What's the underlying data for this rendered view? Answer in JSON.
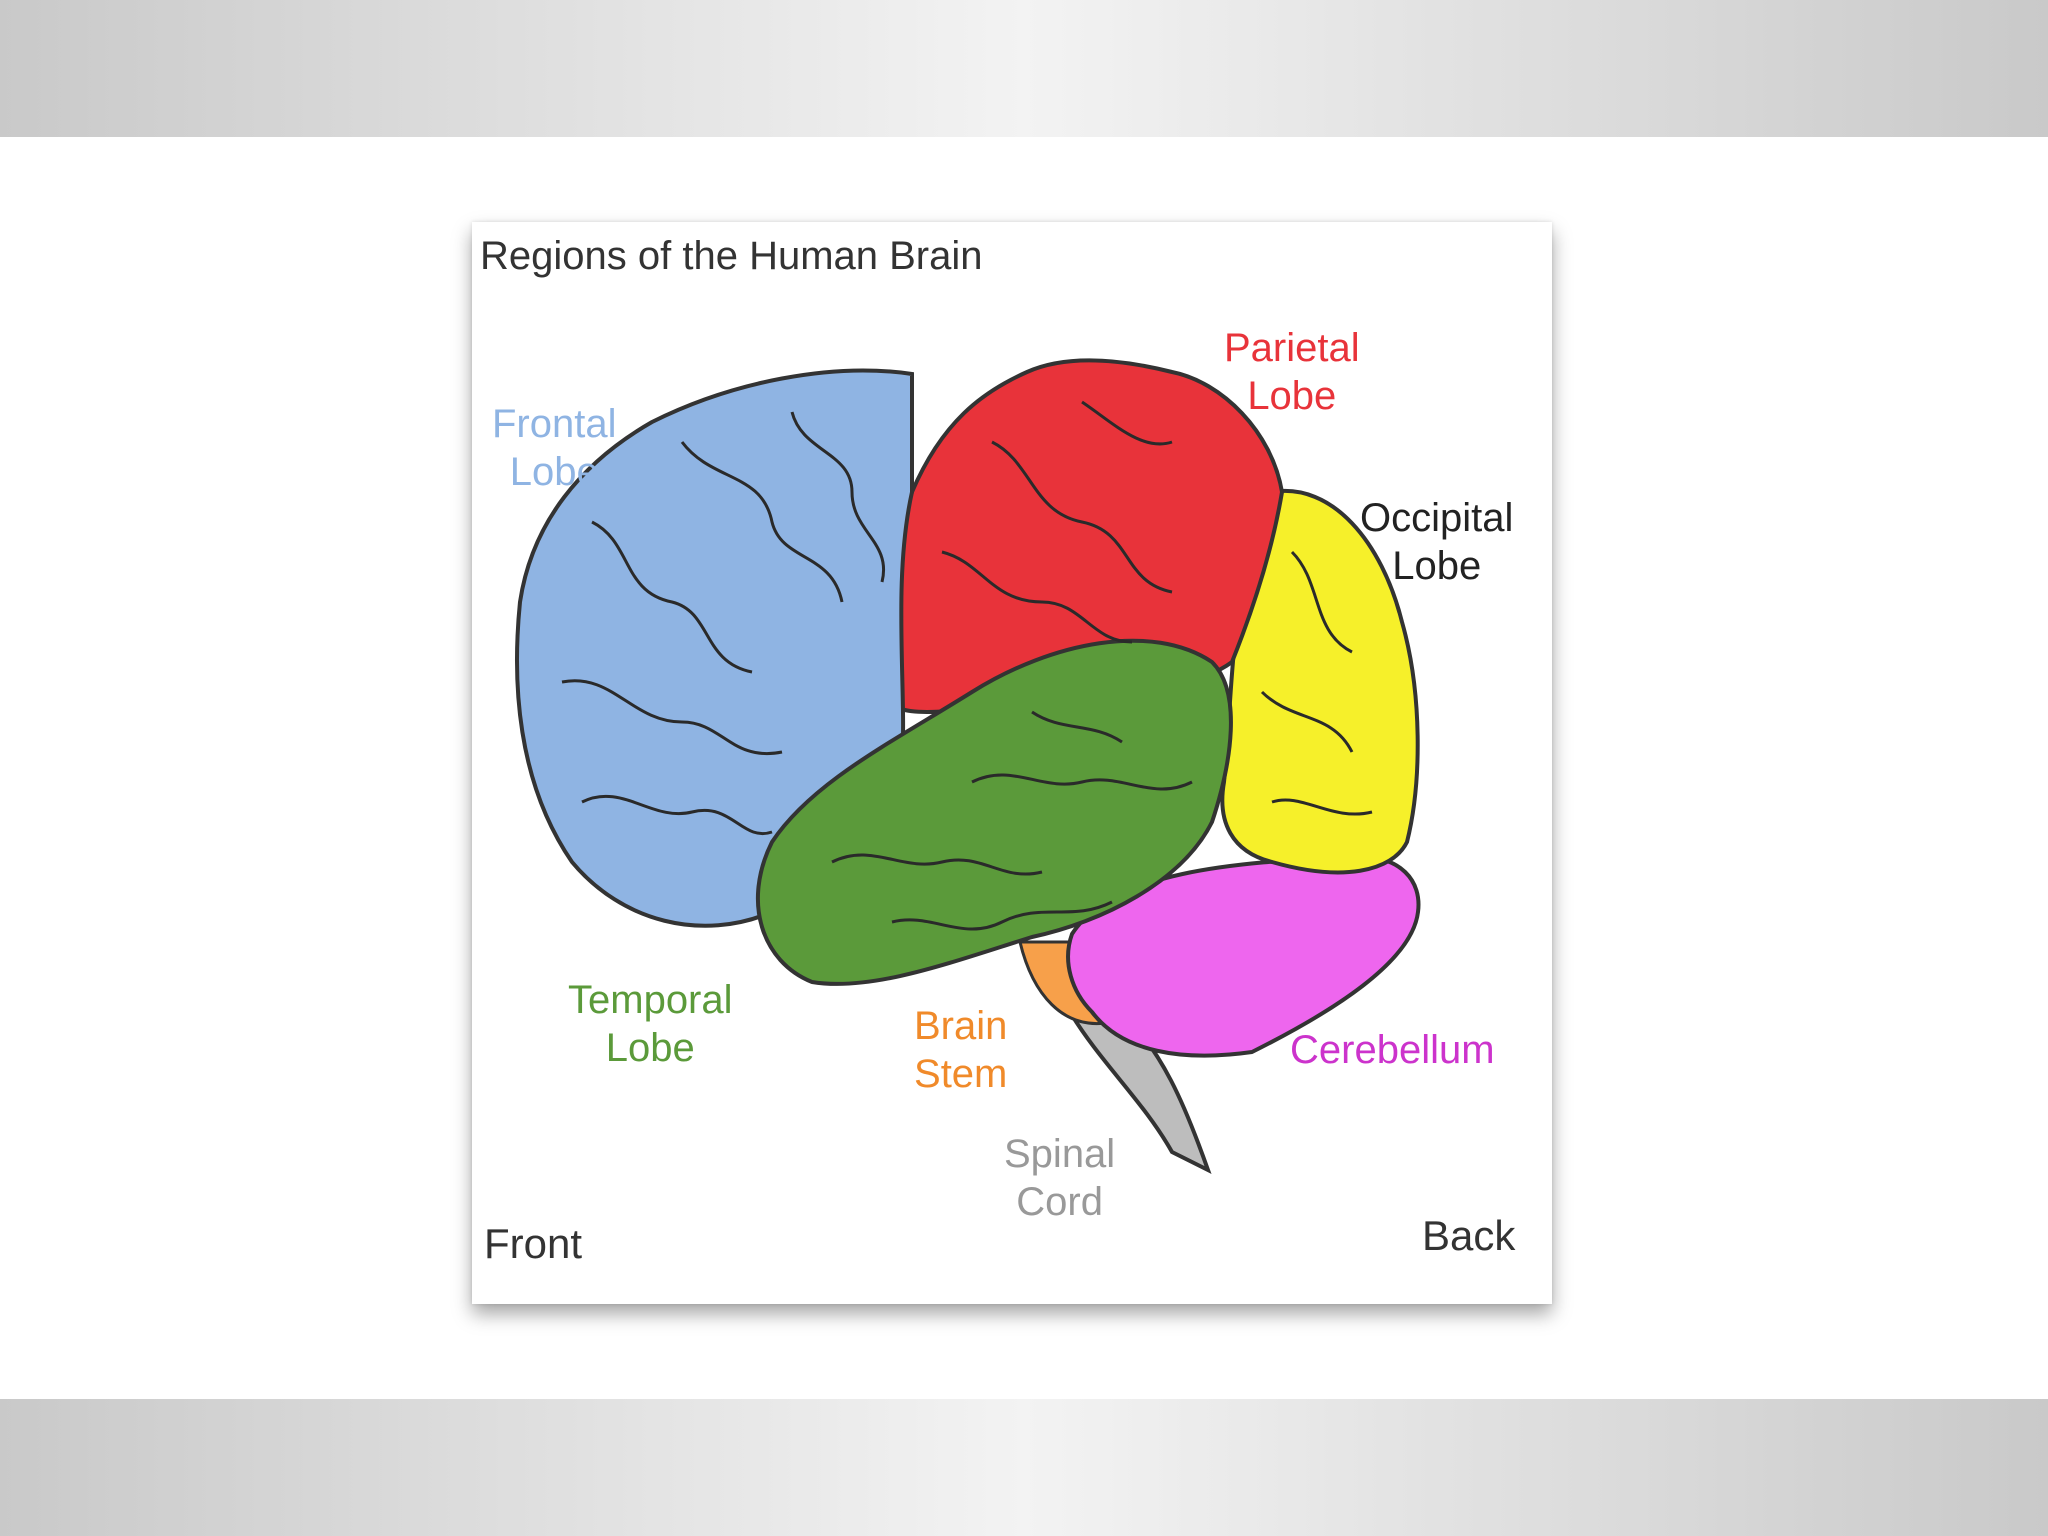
{
  "diagram": {
    "title": "Regions of the Human Brain",
    "orientation": {
      "front": "Front",
      "back": "Back"
    },
    "regions": [
      {
        "id": "frontal",
        "line1": "Frontal",
        "line2": "Lobe",
        "color": "#8fb4e3"
      },
      {
        "id": "parietal",
        "line1": "Parietal",
        "line2": "Lobe",
        "color": "#e8333a"
      },
      {
        "id": "occipital",
        "line1": "Occipital",
        "line2": "Lobe",
        "color": "#222222",
        "fill": "#f6f02a"
      },
      {
        "id": "temporal",
        "line1": "Temporal",
        "line2": "Lobe",
        "color": "#5b9a3a"
      },
      {
        "id": "brainstem",
        "line1": "Brain",
        "line2": "Stem",
        "color": "#f08a2a"
      },
      {
        "id": "cerebellum",
        "line1": "Cerebellum",
        "line2": "",
        "color": "#cc33cc",
        "fill": "#ee66ee"
      },
      {
        "id": "spinal",
        "line1": "Spinal",
        "line2": "Cord",
        "color": "#999999"
      }
    ]
  }
}
